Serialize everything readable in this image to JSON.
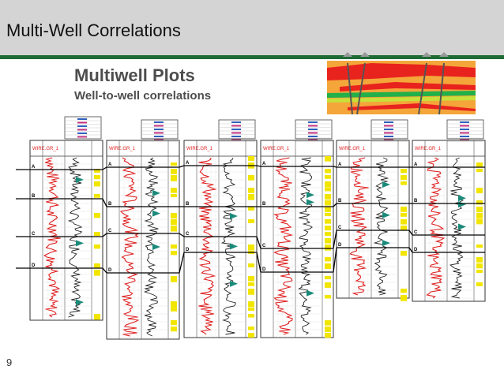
{
  "slide": {
    "title": "Multi-Well Correlations",
    "heading": "Multiwell Plots",
    "subheading": "Well-to-well correlations",
    "page_number": "9"
  },
  "colors": {
    "title_bar": "#d4d4d4",
    "rule": "#1e6b34",
    "gr_curve": "#e02020",
    "fill": "#1a8a7a",
    "lith_yellow": "#f2e600"
  },
  "wells": [
    {
      "track_label": "WIRE.GR_1"
    },
    {
      "track_label": "WIRE.GR_1"
    },
    {
      "track_label": "WIRE.GR_1"
    },
    {
      "track_label": "WIRE.GR_1"
    },
    {
      "track_label": "WIRE.GR_1"
    },
    {
      "track_label": "WIRE.GR_1"
    }
  ],
  "markers": [
    "A",
    "B",
    "C",
    "D"
  ]
}
